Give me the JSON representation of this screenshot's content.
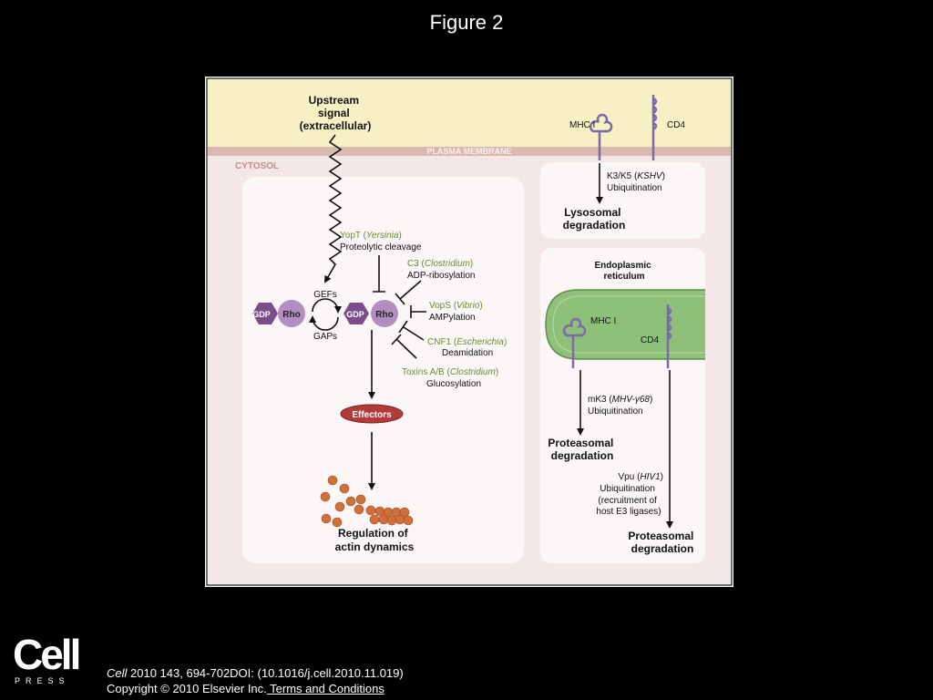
{
  "slide": {
    "title": "Figure 2"
  },
  "diagram": {
    "upstream_signal": [
      "Upstream",
      "signal",
      "(extracellular)"
    ],
    "plasma_membrane": "PLASMA MEMBRANE",
    "cytosol": "CYTOSOL",
    "gdp": "GDP",
    "rho": "Rho",
    "gefs": "GEFs",
    "gaps": "GAPs",
    "yopt_name": "YopT (",
    "yopt_species": "Yersinia",
    "yopt_close": ")",
    "yopt_action": "Proteolytic cleavage",
    "c3_name": "C3 (",
    "c3_species": "Clostridium",
    "c3_close": ")",
    "c3_action": "ADP-ribosylation",
    "vops_name": "VopS (",
    "vops_species": "Vibrio",
    "vops_close": ")",
    "vops_action": "AMPylation",
    "cnf1_name": "CNF1 (",
    "cnf1_species": "Escherichia",
    "cnf1_close": ")",
    "cnf1_action": "Deamidation",
    "toxins_name": "Toxins A/B (",
    "toxins_species": "Clostridium",
    "toxins_close": ")",
    "toxins_action": "Glucosylation",
    "effectors": "Effectors",
    "regulation": [
      "Regulation of",
      "actin dynamics"
    ],
    "mhc1": "MHC I",
    "cd4": "CD4",
    "k3k5_name": "K3/K5 (",
    "k3k5_species": "KSHV",
    "k3k5_close": ")",
    "k3k5_action": "Ubiquitination",
    "lysosomal": [
      "Lysosomal",
      "degradation"
    ],
    "er": [
      "Endoplasmic",
      "reticulum"
    ],
    "mk3_name": "mK3 (",
    "mk3_species": "MHV-γ68",
    "mk3_close": ")",
    "mk3_action": "Ubiquitination",
    "proteasomal": [
      "Proteasomal",
      "degradation"
    ],
    "vpu_name": "Vpu (",
    "vpu_species": "HIV1",
    "vpu_close": ")",
    "vpu_lines": [
      "Ubiquitination",
      "(recruitment of",
      "host E3 ligases)"
    ],
    "colors": {
      "extracellular": "#f7f0c4",
      "membrane": "#d9b9b0",
      "cytosol": "#f3e7e7",
      "panel": "#fbf7f7",
      "er": "#8fc07a",
      "gdp": "#7a4e8a",
      "rho": "#b48cc4",
      "toxin_text": "#6a8a3a",
      "effectors": "#b23a3a",
      "actin": "#d0703c",
      "receptor": "#7a6aa8"
    }
  },
  "footer": {
    "logo_word": "Cell",
    "logo_sub": "PRESS",
    "journal": "Cell",
    "citation": " 2010 143, 694-702DOI: (10.1016/j.cell.2010.11.019)",
    "copyright": "Copyright © 2010 Elsevier Inc.",
    "terms": " Terms and Conditions"
  }
}
